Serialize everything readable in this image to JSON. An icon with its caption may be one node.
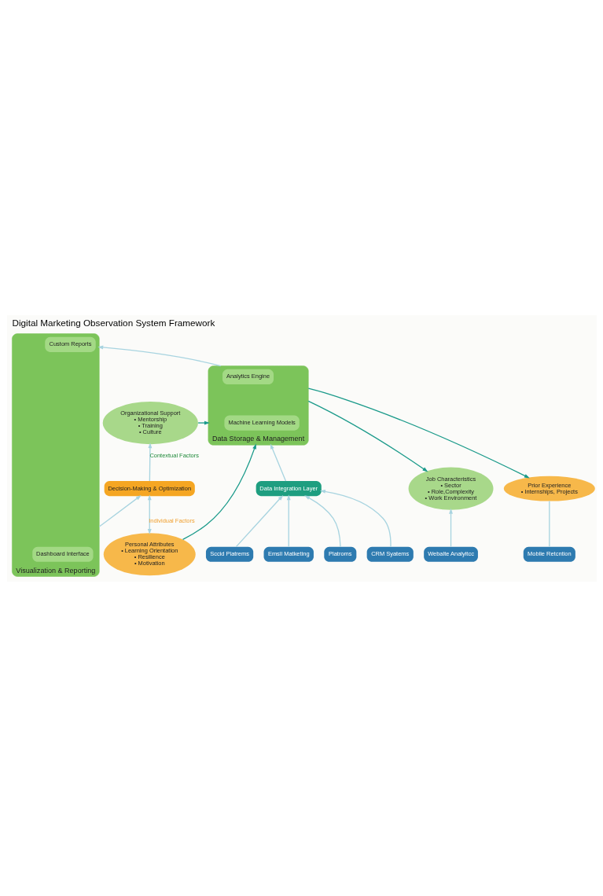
{
  "diagram": {
    "title": "Digital Marketing Observation System Framework",
    "nodes": [
      {
        "text": [
          "Decision-Making & Optimization"
        ]
      },
      {
        "text": [
          "Visualization & Reporting"
        ]
      },
      {
        "text": [
          "Dashboard Interface"
        ],
        "in": 1
      },
      {
        "text": [
          "Custom Reports"
        ],
        "in": 1
      },
      {
        "text": [
          "Organizational Support",
          "• Mentorship",
          "• Training",
          "• Culture"
        ]
      },
      {
        "text": [
          "Data Storage & Management"
        ]
      },
      {
        "text": [
          "Analytics Engine"
        ],
        "in": 5
      },
      {
        "text": [
          "Machine Learning Models"
        ],
        "in": 5
      },
      {
        "text": [
          "Personal Attributes",
          "• Learning Orientation",
          "• Resilience",
          "• Motivation"
        ]
      },
      {
        "text": [
          "Job Characteristics",
          "• Sector",
          "• Role,Complexity",
          "• Work Environment"
        ]
      },
      {
        "text": [
          "Prior Experience",
          "• Internships, Projects"
        ]
      },
      {
        "text": [
          "Data Integration Layer"
        ]
      },
      {
        "text": [
          "Webalte Analyitcc"
        ]
      },
      {
        "text": [
          "Sccid Platrems"
        ]
      },
      {
        "text": [
          "Emsll Matketing"
        ]
      },
      {
        "text": [
          "Platroms"
        ]
      },
      {
        "text": [
          "CRM Syatems"
        ]
      },
      {
        "text": [
          "Moblie Retcntion"
        ]
      }
    ],
    "edges": [
      {
        "from": 1,
        "to": 0,
        "arrow": "to"
      },
      {
        "from": 5,
        "to": 1,
        "arrow": "to"
      },
      {
        "from": 0,
        "to": 4,
        "arrow": "to",
        "label": "Contextual Factors"
      },
      {
        "from": 8,
        "to": 0,
        "arrow": "both",
        "label": "Individual Factors"
      },
      {
        "from": 4,
        "to": 5,
        "arrow": "to",
        "color": "#1a9a8a"
      },
      {
        "from": 8,
        "to": 5,
        "arrow": "to",
        "color": "#1a9a8a"
      },
      {
        "from": 5,
        "to": 9,
        "arrow": "to",
        "color": "#1a9a8a"
      },
      {
        "from": 5,
        "to": 10,
        "arrow": "to",
        "color": "#1a9a8a"
      },
      {
        "from": 11,
        "to": 5,
        "arrow": "to"
      },
      {
        "from": 12,
        "to": 9,
        "arrow": "to"
      },
      {
        "from": 13,
        "to": 11,
        "arrow": "to"
      },
      {
        "from": 14,
        "to": 11,
        "arrow": "to"
      },
      {
        "from": 15,
        "to": 11,
        "arrow": "to"
      },
      {
        "from": 16,
        "to": 11,
        "arrow": "to"
      },
      {
        "from": 17,
        "to": 10,
        "arrow": "none"
      }
    ]
  }
}
